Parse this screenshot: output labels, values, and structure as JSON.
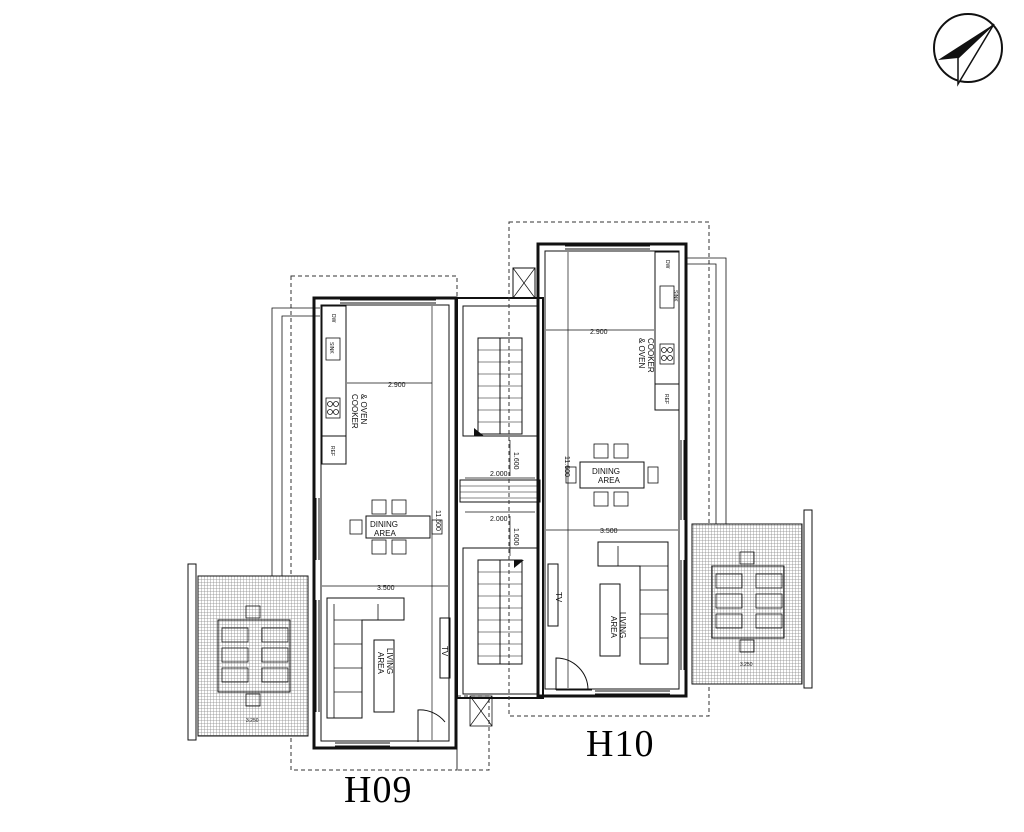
{
  "units": [
    {
      "id": "H09",
      "label": "H09",
      "rooms": {
        "dining_1": "DINING",
        "dining_2": "AREA",
        "living_1": "LIVING",
        "living_2": "AREA"
      },
      "appliances": {
        "dw": "DW",
        "sink": "SINK",
        "cooker_1": "COOKER",
        "cooker_2": "& OVEN",
        "ref": "REF",
        "tv": "TV"
      },
      "dimensions": {
        "width_upper": "2.900",
        "length": "11.600",
        "width_lower": "3.500"
      }
    },
    {
      "id": "H10",
      "label": "H10",
      "rooms": {
        "dining_1": "DINING",
        "dining_2": "AREA",
        "living_1": "LIVING",
        "living_2": "AREA"
      },
      "appliances": {
        "dw": "DW",
        "sink": "SINK",
        "cooker_1": "COOKER",
        "cooker_2": "& OVEN",
        "ref": "REF",
        "tv": "TV"
      },
      "dimensions": {
        "width_upper": "2.900",
        "length": "11.600",
        "width_lower": "3.500"
      }
    }
  ],
  "stair": {
    "landing_width_1": "2.000",
    "landing_depth_1": "1.600",
    "landing_width_2": "2.000",
    "landing_depth_2": "1.600"
  },
  "terraces": {
    "left_dim": "3.250",
    "right_dim": "3.250"
  },
  "north_arrow": "north-arrow-icon",
  "colors": {
    "line": "#111111",
    "hatch": "#9a9a9a",
    "background": "#ffffff"
  }
}
